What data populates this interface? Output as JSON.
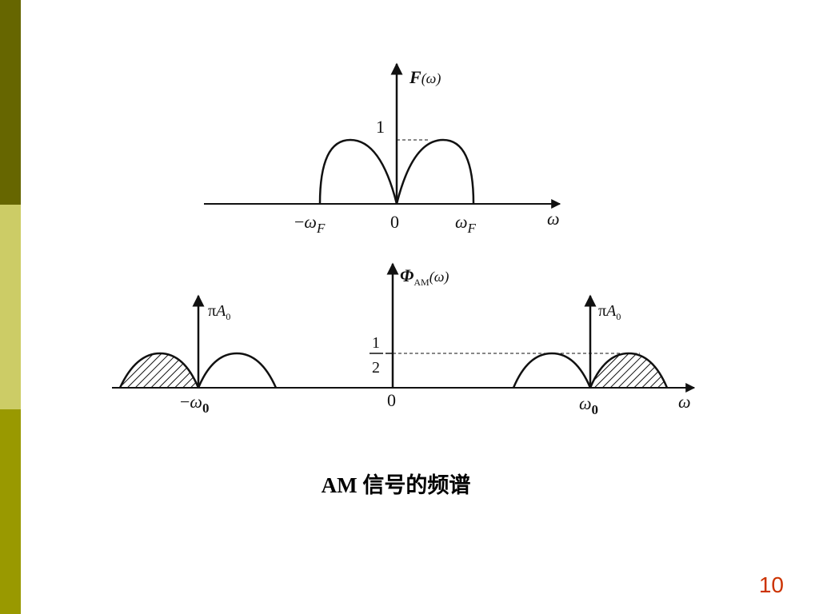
{
  "theme": {
    "sidebar_colors": [
      "#666600",
      "#cccc66",
      "#999900"
    ],
    "ink": "#111111",
    "page_number_color": "#cc3300"
  },
  "top_plot": {
    "y_label_main": "F",
    "y_label_arg": "(ω)",
    "peak_label": "1",
    "tick_neg": "−",
    "tick_omega": "ω",
    "tick_sub": "F",
    "origin": "0",
    "x_label": "ω"
  },
  "bottom_plot": {
    "y_label_main": "Φ",
    "y_label_sub": "AM",
    "y_label_arg": "(ω)",
    "half_num": "1",
    "half_den": "2",
    "impulse_label_pi": "π",
    "impulse_label_a": "A",
    "impulse_label_sub": "0",
    "tick_neg": "−",
    "tick_omega": "ω",
    "tick_sub": "0",
    "origin": "0",
    "x_label": "ω"
  },
  "caption": "AM 信号的频谱",
  "page_number": "10"
}
